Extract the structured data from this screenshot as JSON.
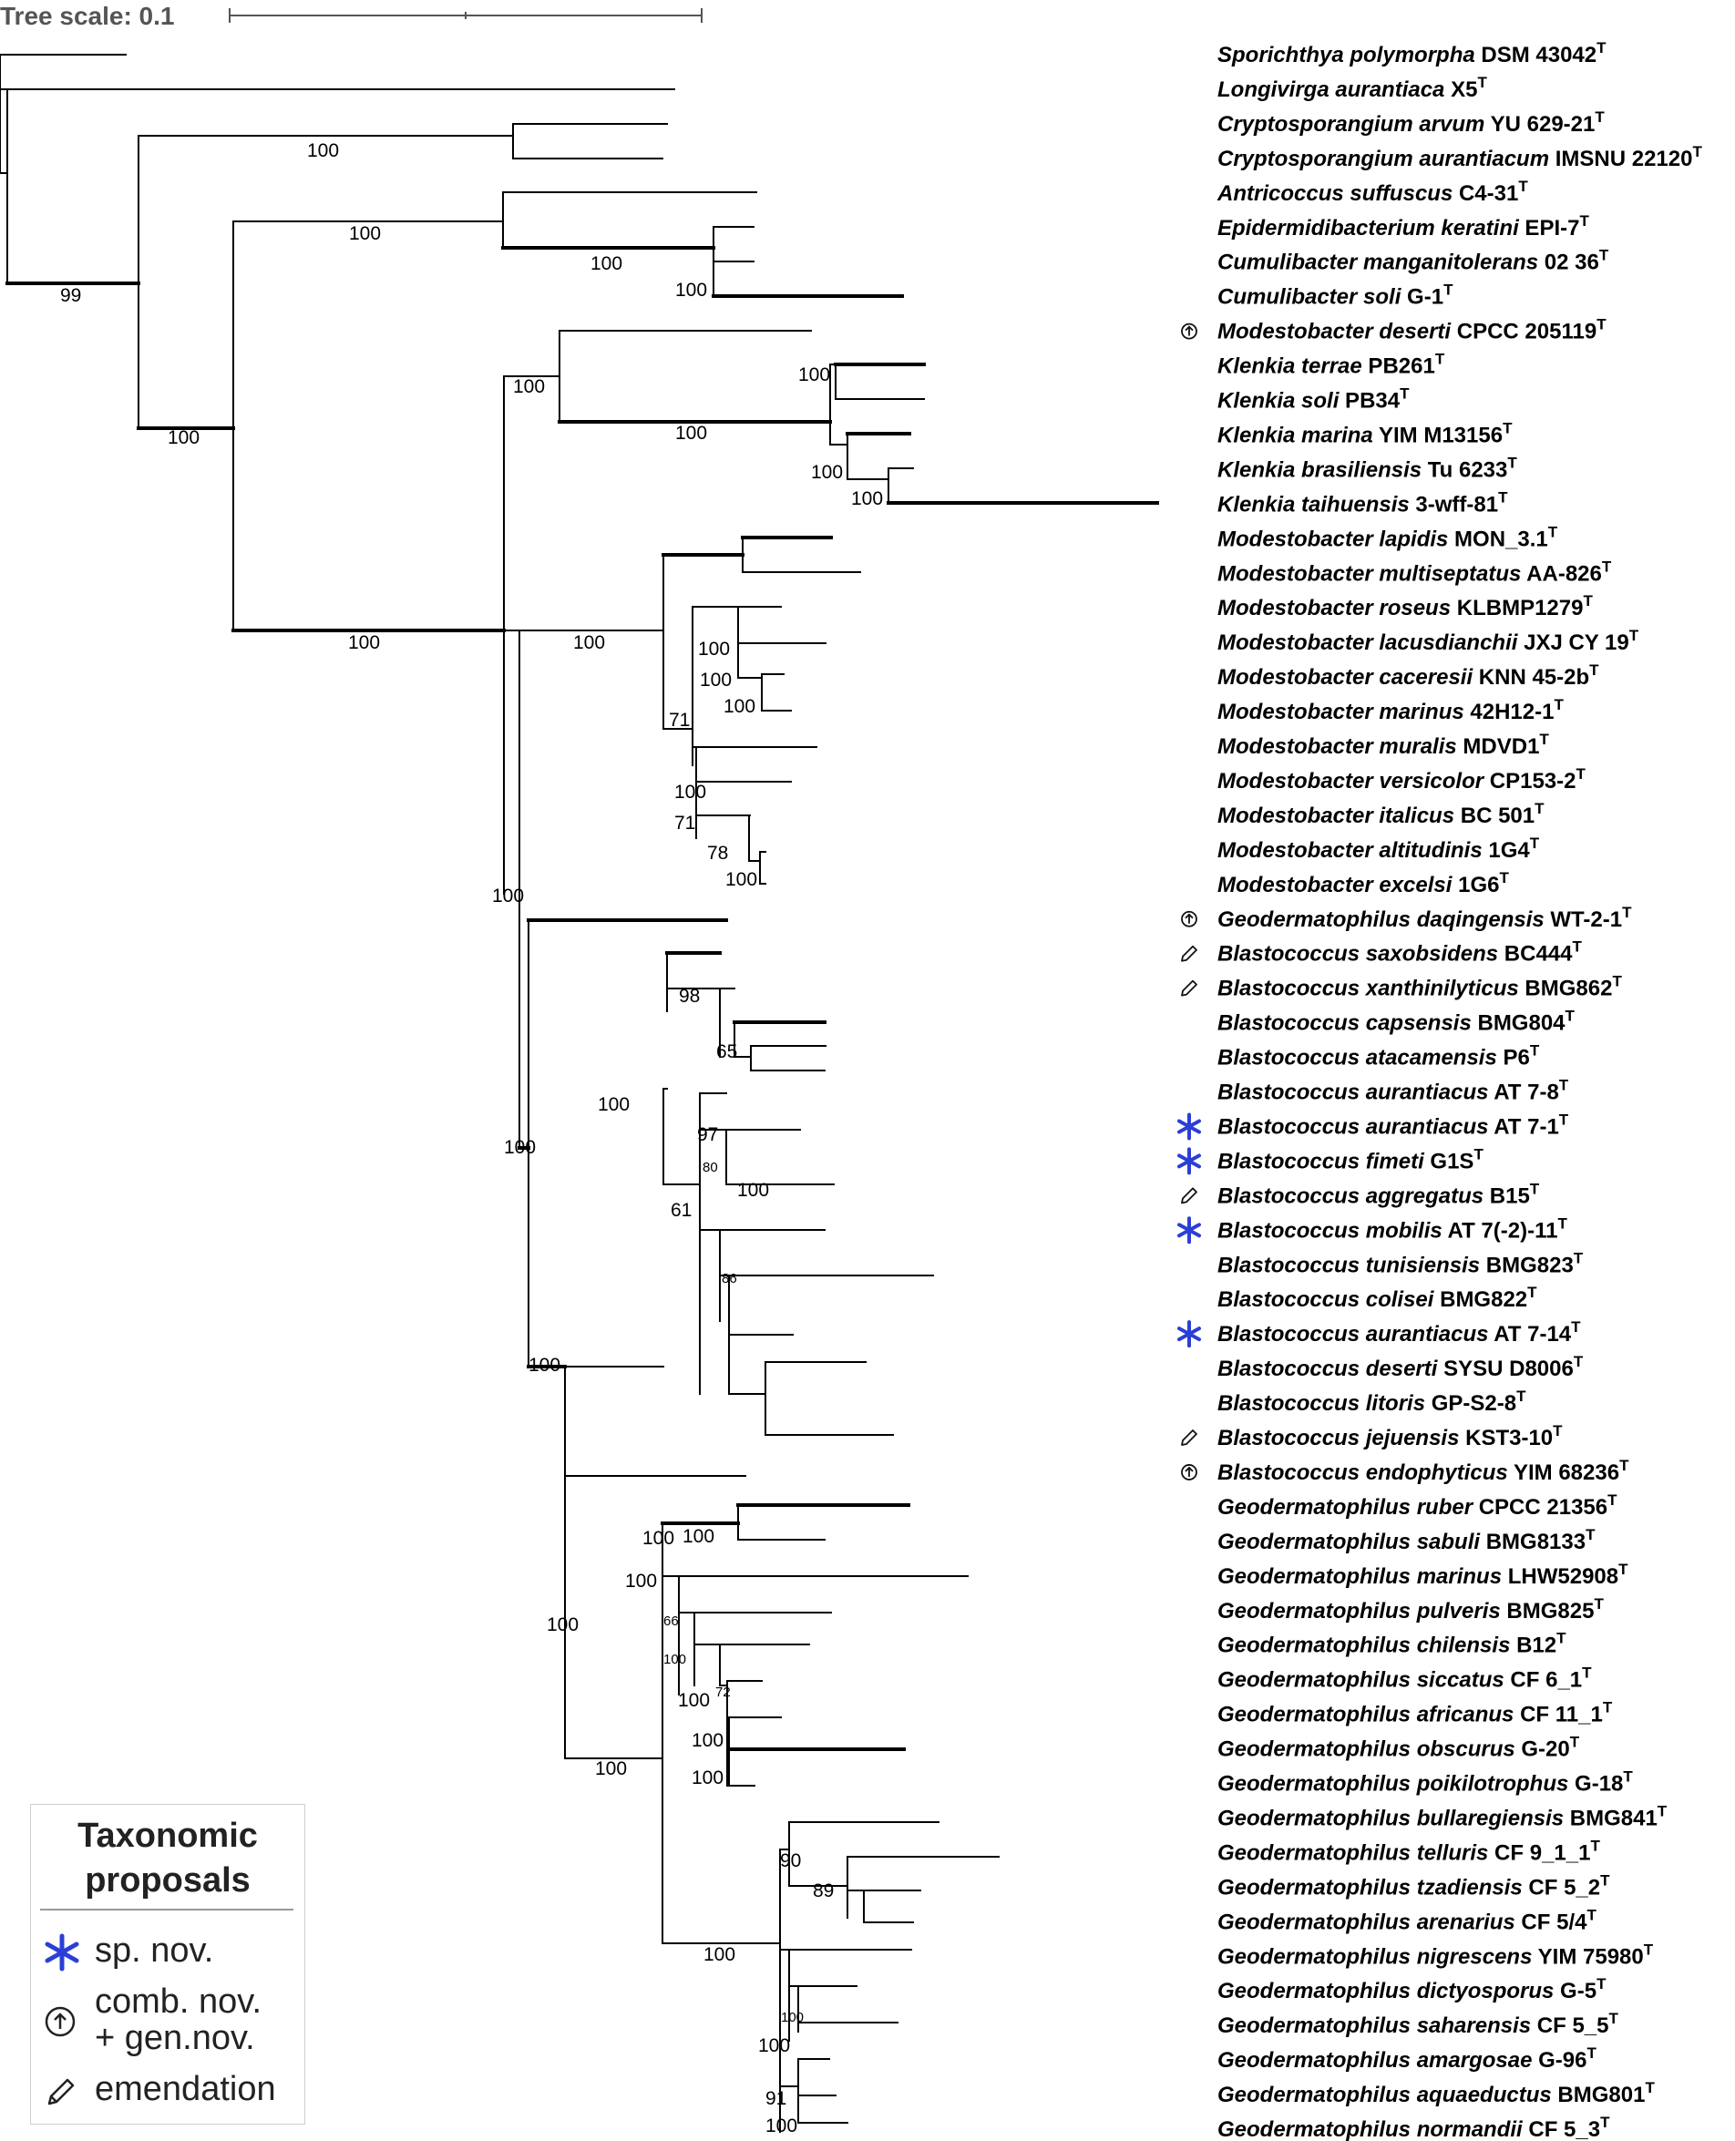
{
  "scale": {
    "title": "Tree scale: 0.1"
  },
  "taxa": [
    {
      "italic": "Sporichthya polymorpha",
      "strain": " DSM 43042",
      "sup": "T",
      "mark": ""
    },
    {
      "italic": "Longivirga aurantiaca",
      "strain": " X5",
      "sup": "T",
      "mark": ""
    },
    {
      "italic": "Cryptosporangium arvum",
      "strain": " YU 629-21",
      "sup": "T",
      "mark": ""
    },
    {
      "italic": "Cryptosporangium aurantiacum",
      "strain": " IMSNU 22120",
      "sup": "T",
      "mark": ""
    },
    {
      "italic": "Antricoccus suffuscus",
      "strain": " C4-31",
      "sup": "T",
      "mark": ""
    },
    {
      "italic": "Epidermidibacterium keratini",
      "strain": " EPI-7",
      "sup": "T",
      "mark": ""
    },
    {
      "italic": "Cumulibacter manganitolerans",
      "strain": " 02 36",
      "sup": "T",
      "mark": ""
    },
    {
      "italic": "Cumulibacter soli",
      "strain": " G-1",
      "sup": "T",
      "mark": ""
    },
    {
      "italic": "Modestobacter deserti",
      "strain": " CPCC 205119",
      "sup": "T",
      "mark": "circle-arrow"
    },
    {
      "italic": "Klenkia terrae",
      "strain": " PB261",
      "sup": "T",
      "mark": ""
    },
    {
      "italic": "Klenkia soli",
      "strain": " PB34",
      "sup": "T",
      "mark": ""
    },
    {
      "italic": "Klenkia marina",
      "strain": " YIM M13156",
      "sup": "T",
      "mark": ""
    },
    {
      "italic": "Klenkia brasiliensis",
      "strain": " Tu 6233",
      "sup": "T",
      "mark": ""
    },
    {
      "italic": "Klenkia taihuensis",
      "strain": " 3-wff-81",
      "sup": "T",
      "mark": ""
    },
    {
      "italic": "Modestobacter lapidis",
      "strain": " MON_3.1",
      "sup": "T",
      "mark": ""
    },
    {
      "italic": "Modestobacter multiseptatus",
      "strain": " AA-826",
      "sup": "T",
      "mark": ""
    },
    {
      "italic": "Modestobacter roseus",
      "strain": " KLBMP1279",
      "sup": "T",
      "mark": ""
    },
    {
      "italic": "Modestobacter lacusdianchii",
      "strain": " JXJ CY 19",
      "sup": "T",
      "mark": ""
    },
    {
      "italic": "Modestobacter caceresii",
      "strain": " KNN 45-2b",
      "sup": "T",
      "mark": ""
    },
    {
      "italic": "Modestobacter marinus",
      "strain": " 42H12-1",
      "sup": "T",
      "mark": ""
    },
    {
      "italic": "Modestobacter muralis",
      "strain": " MDVD1",
      "sup": "T",
      "mark": ""
    },
    {
      "italic": "Modestobacter versicolor",
      "strain": " CP153-2",
      "sup": "T",
      "mark": ""
    },
    {
      "italic": "Modestobacter italicus",
      "strain": " BC 501",
      "sup": "T",
      "mark": ""
    },
    {
      "italic": "Modestobacter altitudinis",
      "strain": " 1G4",
      "sup": "T",
      "mark": ""
    },
    {
      "italic": "Modestobacter excelsi",
      "strain": " 1G6",
      "sup": "T",
      "mark": ""
    },
    {
      "italic": "Geodermatophilus daqingensis",
      "strain": " WT-2-1",
      "sup": "T",
      "mark": "circle-arrow"
    },
    {
      "italic": "Blastococcus saxobsidens",
      "strain": " BC444",
      "sup": "T",
      "mark": "pencil"
    },
    {
      "italic": "Blastococcus xanthinilyticus",
      "strain": " BMG862",
      "sup": "T",
      "mark": "pencil"
    },
    {
      "italic": "Blastococcus capsensis",
      "strain": " BMG804",
      "sup": "T",
      "mark": ""
    },
    {
      "italic": "Blastococcus atacamensis",
      "strain": " P6",
      "sup": "T",
      "mark": ""
    },
    {
      "italic": "Blastococcus aurantiacus",
      "strain": " AT 7-8",
      "sup": "T",
      "mark": ""
    },
    {
      "italic": "Blastococcus aurantiacus",
      "strain": " AT 7-1",
      "sup": "T",
      "mark": "asterisk"
    },
    {
      "italic": "Blastococcus fimeti",
      "strain": " G1S",
      "sup": "T",
      "mark": "asterisk"
    },
    {
      "italic": "Blastococcus aggregatus",
      "strain": " B15",
      "sup": "T",
      "mark": "pencil"
    },
    {
      "italic": "Blastococcus mobilis",
      "strain": " AT 7(-2)-11",
      "sup": "T",
      "mark": "asterisk"
    },
    {
      "italic": "Blastococcus tunisiensis",
      "strain": " BMG823",
      "sup": "T",
      "mark": ""
    },
    {
      "italic": "Blastococcus colisei",
      "strain": " BMG822",
      "sup": "T",
      "mark": ""
    },
    {
      "italic": "Blastococcus aurantiacus",
      "strain": " AT 7-14",
      "sup": "T",
      "mark": "asterisk"
    },
    {
      "italic": "Blastococcus deserti",
      "strain": " SYSU D8006",
      "sup": "T",
      "mark": ""
    },
    {
      "italic": "Blastococcus litoris",
      "strain": " GP-S2-8",
      "sup": "T",
      "mark": ""
    },
    {
      "italic": "Blastococcus jejuensis",
      "strain": " KST3-10",
      "sup": "T",
      "mark": "pencil"
    },
    {
      "italic": "Blastococcus endophyticus",
      "strain": " YIM 68236",
      "sup": "T",
      "mark": "circle-arrow"
    },
    {
      "italic": "Geodermatophilus ruber",
      "strain": " CPCC 21356",
      "sup": "T",
      "mark": ""
    },
    {
      "italic": "Geodermatophilus sabuli",
      "strain": " BMG8133",
      "sup": "T",
      "mark": ""
    },
    {
      "italic": "Geodermatophilus marinus",
      "strain": " LHW52908",
      "sup": "T",
      "mark": ""
    },
    {
      "italic": "Geodermatophilus pulveris",
      "strain": " BMG825",
      "sup": "T",
      "mark": ""
    },
    {
      "italic": "Geodermatophilus chilensis",
      "strain": " B12",
      "sup": "T",
      "mark": ""
    },
    {
      "italic": "Geodermatophilus siccatus",
      "strain": " CF 6_1",
      "sup": "T",
      "mark": ""
    },
    {
      "italic": "Geodermatophilus africanus",
      "strain": " CF 11_1",
      "sup": "T",
      "mark": ""
    },
    {
      "italic": "Geodermatophilus obscurus",
      "strain": " G-20",
      "sup": "T",
      "mark": ""
    },
    {
      "italic": "Geodermatophilus poikilotrophus",
      "strain": " G-18",
      "sup": "T",
      "mark": ""
    },
    {
      "italic": "Geodermatophilus bullaregiensis",
      "strain": " BMG841",
      "sup": "T",
      "mark": ""
    },
    {
      "italic": "Geodermatophilus telluris",
      "strain": " CF 9_1_1",
      "sup": "T",
      "mark": ""
    },
    {
      "italic": "Geodermatophilus tzadiensis",
      "strain": " CF 5_2",
      "sup": "T",
      "mark": ""
    },
    {
      "italic": "Geodermatophilus arenarius",
      "strain": " CF 5/4",
      "sup": "T",
      "mark": ""
    },
    {
      "italic": "Geodermatophilus nigrescens",
      "strain": " YIM 75980",
      "sup": "T",
      "mark": ""
    },
    {
      "italic": "Geodermatophilus dictyosporus",
      "strain": " G-5",
      "sup": "T",
      "mark": ""
    },
    {
      "italic": "Geodermatophilus saharensis",
      "strain": " CF 5_5",
      "sup": "T",
      "mark": ""
    },
    {
      "italic": "Geodermatophilus amargosae",
      "strain": " G-96",
      "sup": "T",
      "mark": ""
    },
    {
      "italic": "Geodermatophilus aquaeductus",
      "strain": " BMG801",
      "sup": "T",
      "mark": ""
    },
    {
      "italic": "Geodermatophilus normandii",
      "strain": " CF 5_3",
      "sup": "T",
      "mark": ""
    }
  ],
  "bootstrap": [
    "99",
    "100",
    "100",
    "100",
    "100",
    "100",
    "100",
    "100",
    "100",
    "100",
    "100",
    "100",
    "100",
    "100",
    "100",
    "71",
    "100",
    "100",
    "100",
    "71",
    "78",
    "100",
    "100",
    "100",
    "100",
    "98",
    "65",
    "100",
    "97",
    "80",
    "100",
    "61",
    "86",
    "100",
    "100",
    "100",
    "100",
    "66",
    "100",
    "100",
    "72",
    "100",
    "100",
    "100",
    "90",
    "89",
    "100",
    "100",
    "91",
    "100",
    "100"
  ],
  "legend": {
    "title_line1": "Taxonomic",
    "title_line2": "proposals",
    "items": [
      {
        "icon": "asterisk-icon",
        "label": "sp. nov."
      },
      {
        "icon": "circle-arrow-icon",
        "label_line1": "comb. nov.",
        "label_line2": "+ gen.nov."
      },
      {
        "icon": "pencil-icon",
        "label": "emendation"
      }
    ]
  },
  "colors": {
    "asterisk": "#2b3fd6",
    "branch": "#000000",
    "scale_title": "#555555"
  }
}
